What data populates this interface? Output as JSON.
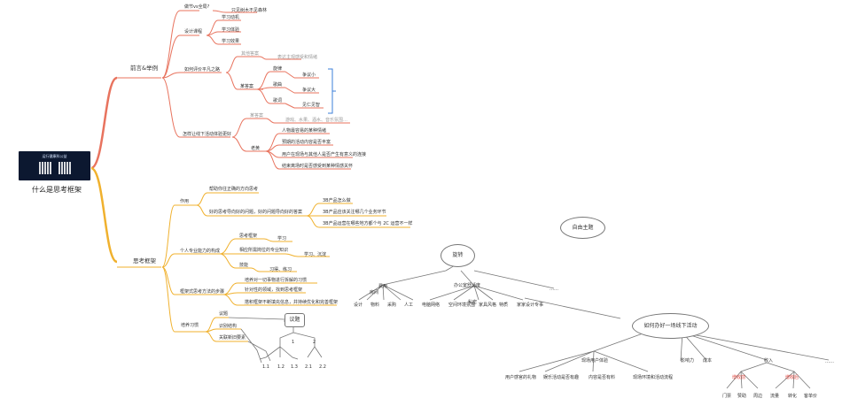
{
  "root": {
    "label": "什么是思考框架",
    "image_caption": "运行健康科公益"
  },
  "branch1": {
    "label": "前言&举例",
    "n1": "做节vs全局?",
    "n1a": "只见树木不见森林",
    "n2": "设计课程",
    "n2a": "学习动机",
    "n2b": "学习体验",
    "n2c": "学习效果",
    "n3": "如何评价平凡之路",
    "n3_grey": "其他答案",
    "n3_grey2": "表达主观感受和情绪",
    "n3_ans": "某答案",
    "n3_a": "旋律",
    "n3_a1": "争议小",
    "n3_b": "歌曲",
    "n3_b1": "争议大",
    "n3_c": "歌词",
    "n3_c1": "见仁见智",
    "n4": "怎样让线下活动体验更好",
    "n4_grey": "某答案",
    "n4_grey2": "游戏、水果、酒水、音乐氛围…",
    "n4_ans": "老黄",
    "n4_1": "人物最容易的某种情绪",
    "n4_2": "预期的活动内容是否丰富",
    "n4_3": "用户在现场与其他人是否产生有意义的连接",
    "n4_4": "结束离场时是否感受到某种情感关怀"
  },
  "branch2": {
    "label": "思考框架",
    "c1": "作用",
    "c1a": "帮助你往正确的方向思考",
    "c1b": "好的思考导向好的问题，好的问题导向好的答案",
    "c1b1": "3B产品怎么做",
    "c1b2": "3B产品应该关注哪几个业务环节",
    "c1b3": "3B产品运营在哪些地方都个与 2C 运营不一样",
    "c2": "个人专业能力的构成",
    "c2a": "思考框架",
    "c2a1": "学习",
    "c2b": "相应所需岗位的专业知识",
    "c2b1": "学习、沉淀",
    "c2c": "技能",
    "c2c1": "习得、练习",
    "c3": "框架式思考方法的步骤",
    "c3a": "培养对一切事物进行拆解的习惯",
    "c3b": "针对性的领域，找到思考框架",
    "c3c": "搭积框架不断填充信息，并持续优化和完善框架",
    "c4": "培养习惯",
    "c4a": "议题",
    "c4b": "识别结构",
    "c4c": "关联新旧要素"
  },
  "float": {
    "free": "自由主题",
    "yiti": "议题",
    "tree": [
      "1",
      "2",
      "1.1",
      "1.2",
      "1.3",
      "2.1",
      "2.2"
    ],
    "xuanzhuo": "旋转",
    "fenlei": "费用",
    "fenlei_sub": "房间",
    "office": "办公室舒适度",
    "xz_leaves": [
      "设计",
      "物料",
      "采购",
      "人工"
    ],
    "office_leaves": [
      "电脑网络",
      "空间环境氛围",
      "家具风格",
      "特质",
      "家家设计专事"
    ],
    "office_note": "私密",
    "q": "如何办好一场线下活动",
    "q_children": [
      "现场用户体验",
      "影响力",
      "成本",
      "收入"
    ],
    "q_ux": [
      "用户感官的礼物",
      "娱乐活动是否有趣",
      "内容是否有料",
      "现场环境和活动流程"
    ],
    "q_income_red": [
      "增收前",
      "增收后"
    ],
    "q_income_leaves": [
      "门票",
      "赞助",
      "周边",
      "流量",
      "转化",
      "客单价"
    ],
    "more": "……"
  },
  "colors": {
    "branch1": "#e8735e",
    "branch2": "#f0b12e",
    "blue": "#3b7fd9",
    "red": "#e0413a",
    "line": "#777777"
  }
}
